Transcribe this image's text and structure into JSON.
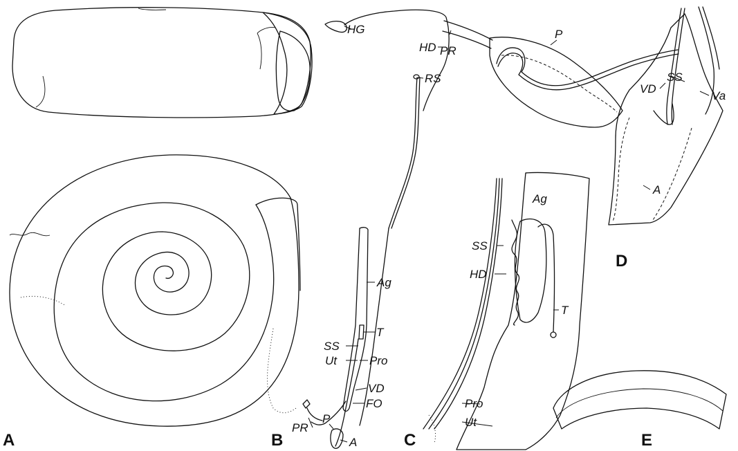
{
  "panels": {
    "a": "A",
    "b": "B",
    "c": "C",
    "d": "D",
    "e": "E"
  },
  "labels_b": {
    "hg": "HG",
    "hd": "HD",
    "rs": "RS",
    "ag": "Ag",
    "t": "T",
    "ss": "SS",
    "ut": "Ut",
    "pro": "Pro",
    "vd": "VD",
    "fo": "FO",
    "p": "P",
    "pr": "PR",
    "a": "A"
  },
  "labels_c": {
    "ag": "Ag",
    "ss": "SS",
    "hd": "HD",
    "t": "T",
    "pro": "Pro",
    "ut": "Ut"
  },
  "labels_d": {
    "pr": "PR",
    "p": "P",
    "ss": "SS",
    "vd": "VD",
    "va": "Va",
    "a": "A"
  }
}
